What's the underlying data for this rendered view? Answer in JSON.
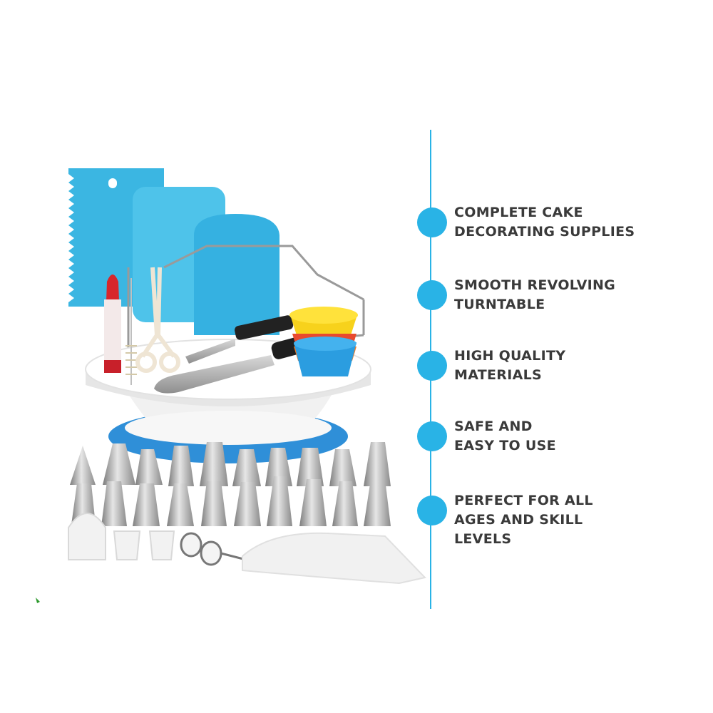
{
  "image": {
    "description_icons": [
      "cake-scraper-icon",
      "turntable-icon",
      "piping-tips-icon",
      "cupcake-liners-icon",
      "cake-leveler-icon",
      "spatula-icon",
      "piping-bag-icon"
    ]
  },
  "colors": {
    "accent": "#29b3e6",
    "text": "#3a3a3a",
    "scraper": "#3bb6e2",
    "turntable_base": "#2f8fd8"
  },
  "features": [
    {
      "lines": [
        "COMPLETE CAKE",
        "DECORATING SUPPLIES"
      ]
    },
    {
      "lines": [
        "SMOOTH REVOLVING",
        "TURNTABLE"
      ]
    },
    {
      "lines": [
        "HIGH QUALITY",
        "MATERIALS"
      ]
    },
    {
      "lines": [
        "SAFE AND",
        "EASY TO USE"
      ]
    },
    {
      "lines": [
        "PERFECT FOR ALL",
        "AGES AND SKILL",
        "LEVELS"
      ]
    }
  ]
}
